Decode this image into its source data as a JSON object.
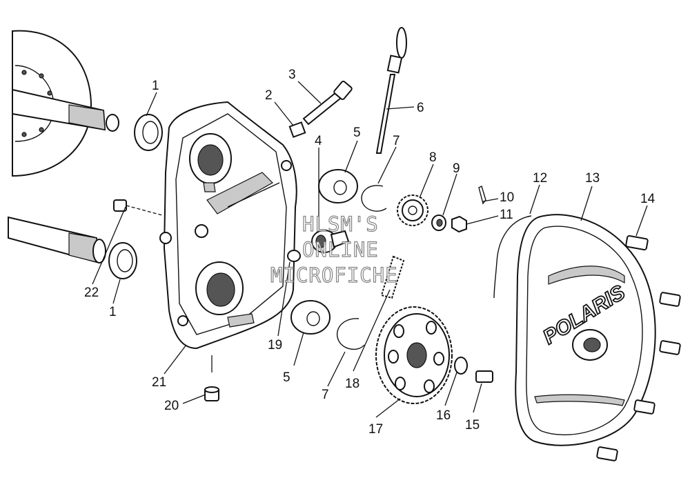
{
  "callouts": {
    "c1a": "1",
    "c1b": "1",
    "c2": "2",
    "c3": "3",
    "c4": "4",
    "c5a": "5",
    "c5b": "5",
    "c6": "6",
    "c7a": "7",
    "c7b": "7",
    "c8": "8",
    "c9": "9",
    "c10": "10",
    "c11": "11",
    "c12": "12",
    "c13": "13",
    "c14": "14",
    "c15": "15",
    "c16": "16",
    "c17": "17",
    "c18": "18",
    "c19": "19",
    "c20": "20",
    "c21": "21",
    "c22": "22"
  },
  "watermark": {
    "line1": "HLSM'S",
    "line2": "ONLINE",
    "line3": "MICROFICHE"
  },
  "cover_logo": "POLARIS"
}
